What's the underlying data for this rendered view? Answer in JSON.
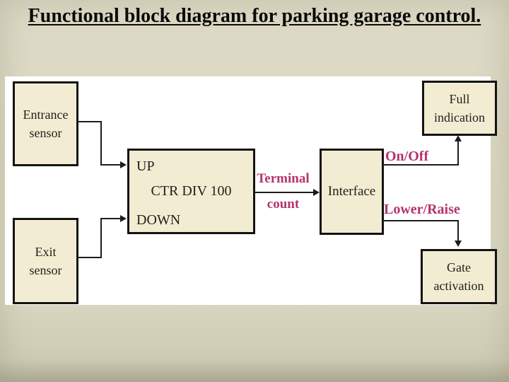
{
  "title": "Functional block diagram for parking garage control.",
  "blocks": {
    "entrance_sensor": {
      "line1": "Entrance",
      "line2": "sensor"
    },
    "exit_sensor": {
      "line1": "Exit",
      "line2": "sensor"
    },
    "counter": {
      "up": "UP",
      "name": "CTR DIV 100",
      "down": "DOWN"
    },
    "interface": {
      "name": "Interface"
    },
    "full_indication": {
      "line1": "Full",
      "line2": "indication"
    },
    "gate_activation": {
      "line1": "Gate",
      "line2": "activation"
    }
  },
  "signals": {
    "terminal_count": {
      "line1": "Terminal",
      "line2": "count"
    },
    "on_off": "On/Off",
    "lower_raise": "Lower/Raise"
  },
  "colors": {
    "bg": "#dad7c1",
    "bg_light": "#ddDAc5",
    "bg_dark": "#cfccb6",
    "bg_edge": "#b5b29b",
    "panel": "#ffffff",
    "block_fill": "#f2ecd2",
    "block_border": "#131313",
    "block_text": "#21211c",
    "connector": "#1c1c1c",
    "signal_text": "#b5336f",
    "title_text": "#0a0a0a"
  }
}
